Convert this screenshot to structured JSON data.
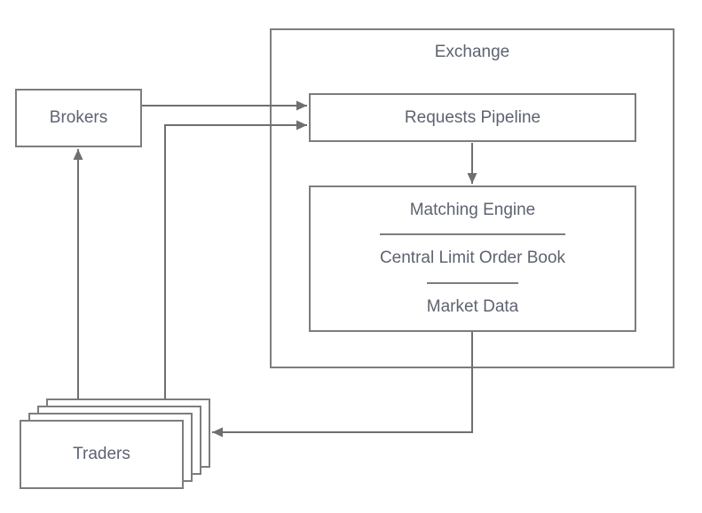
{
  "diagram": {
    "type": "flowchart",
    "nodes": {
      "exchange": {
        "label": "Exchange"
      },
      "brokers": {
        "label": "Brokers"
      },
      "traders": {
        "label": "Traders"
      },
      "requests_pipeline": {
        "label": "Requests Pipeline"
      },
      "matching_engine": {
        "label": "Matching Engine"
      },
      "central_limit_order_book": {
        "label": "Central Limit Order Book"
      },
      "market_data": {
        "label": "Market Data"
      }
    },
    "edges": [
      {
        "from": "Brokers",
        "to": "Requests Pipeline"
      },
      {
        "from": "Traders",
        "to": "Requests Pipeline"
      },
      {
        "from": "Requests Pipeline",
        "to": "Matching Engine"
      },
      {
        "from": "Market Data",
        "to": "Traders"
      },
      {
        "from": "Traders",
        "to": "Brokers"
      }
    ],
    "colors": {
      "box_stroke": "#7d7d7d",
      "arrow_stroke": "#6f6f6f",
      "text": "#5d6370",
      "background": "#ffffff"
    }
  }
}
